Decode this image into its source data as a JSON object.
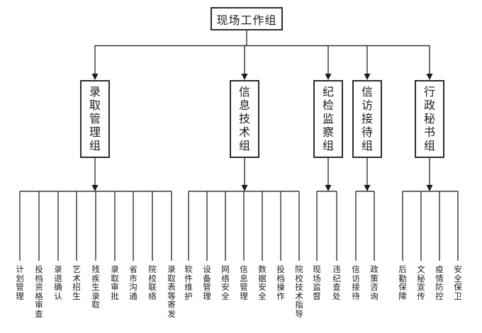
{
  "root": {
    "label": "现场工作组"
  },
  "groups": [
    {
      "label": "录取管理组",
      "children": [
        "计划管理",
        "投档资格审查",
        "录退确认",
        "艺术招生",
        "残疾生录取",
        "录取审批",
        "省市沟通",
        "院校联络",
        "录取表等寄发"
      ]
    },
    {
      "label": "信息技术组",
      "children": [
        "软件维护",
        "设备管理",
        "网络安全",
        "信息管理",
        "数据安全",
        "投档操作",
        "院校技术指导"
      ]
    },
    {
      "label": "纪检监察组",
      "children": [
        "现场监督",
        "违纪查处"
      ]
    },
    {
      "label": "信访接待组",
      "children": [
        "信访接待",
        "政策咨询"
      ]
    },
    {
      "label": "行政秘书组",
      "children": [
        "后勤保障",
        "文秘宣传",
        "疫情防控",
        "安全保卫"
      ]
    }
  ],
  "colors": {
    "background": "#ffffff",
    "line": "#333333",
    "arrow": "#1a1a1a",
    "box_border": "#2d2d2d",
    "text": "#1c1c1c"
  }
}
